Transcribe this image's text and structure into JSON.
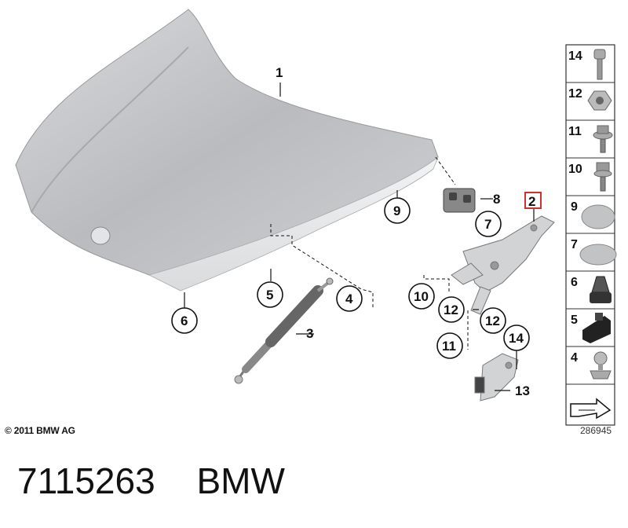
{
  "diagram": {
    "callouts": {
      "c1": "1",
      "c2": "2",
      "c3": "3",
      "c4": "4",
      "c5": "5",
      "c6": "6",
      "c7": "7",
      "c8": "8",
      "c9": "9",
      "c10": "10",
      "c11": "11",
      "c12a": "12",
      "c12b": "12",
      "c13": "13",
      "c14": "14"
    },
    "parts_legend": [
      {
        "number": "14",
        "icon": "bolt-icon"
      },
      {
        "number": "12",
        "icon": "hex-nut-icon"
      },
      {
        "number": "11",
        "icon": "flange-bolt-icon"
      },
      {
        "number": "10",
        "icon": "collar-bolt-icon"
      },
      {
        "number": "9",
        "icon": "round-pad-icon"
      },
      {
        "number": "7",
        "icon": "round-pad-icon"
      },
      {
        "number": "6",
        "icon": "rubber-buffer-icon"
      },
      {
        "number": "5",
        "icon": "clip-icon"
      },
      {
        "number": "4",
        "icon": "ball-stud-icon"
      },
      {
        "number": "",
        "icon": "arrow-icon"
      }
    ],
    "copyright": "© 2011 BMW AG",
    "image_number": "286945"
  },
  "footer": {
    "part_number": "7115263",
    "brand": "BMW"
  },
  "colors": {
    "hood_fill": "#c4c6c8",
    "highlight_box": "#d03030"
  }
}
